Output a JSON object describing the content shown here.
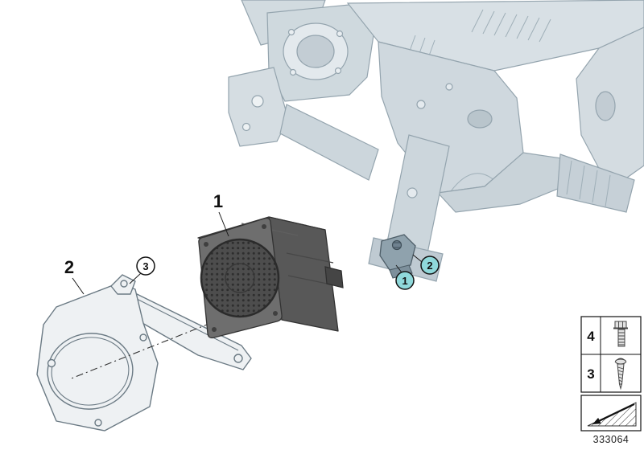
{
  "diagram": {
    "part_number": "333064",
    "callouts": {
      "speaker_label": "1",
      "bracket_label": "2",
      "screw_circle_label": "3",
      "mount_circle_1": "1",
      "mount_circle_2": "2"
    },
    "legend": {
      "rows": [
        {
          "label": "4",
          "icon": "hex-bolt-icon"
        },
        {
          "label": "3",
          "icon": "tapping-screw-icon"
        }
      ],
      "view_symbol_icon": "view-direction-icon"
    },
    "colors": {
      "callout_fill": "#8fd8da",
      "body_fill": "#d8e0e5",
      "body_stroke": "#94a4ae",
      "speaker_front": "#6e6e6e"
    }
  }
}
